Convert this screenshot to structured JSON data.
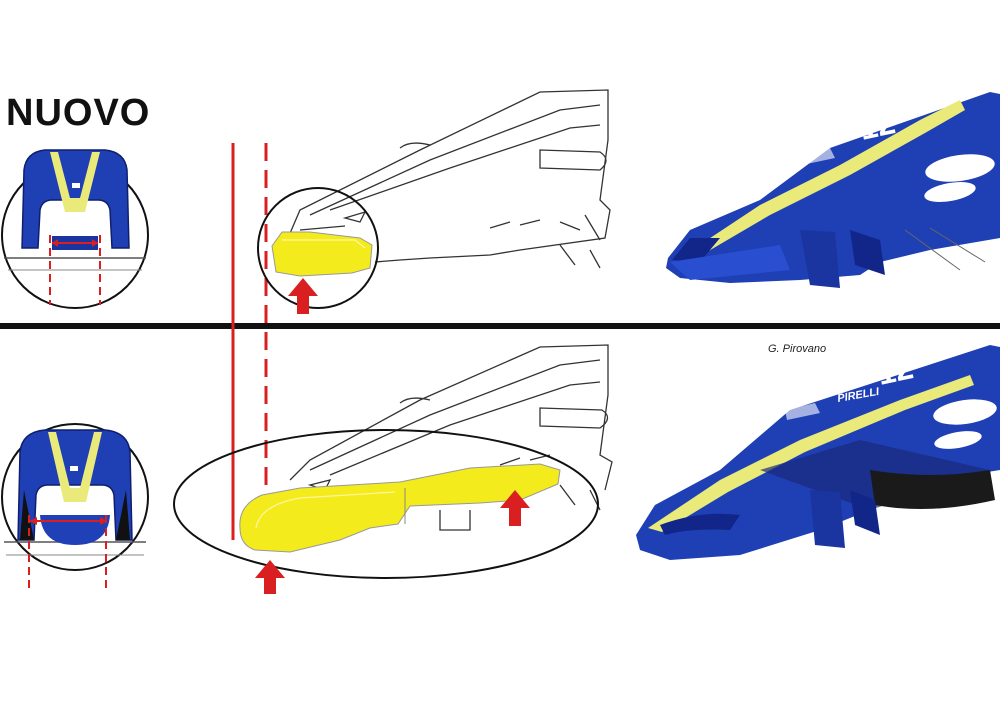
{
  "labels": {
    "title": "NUOVO",
    "credit": "G. Pirovano"
  },
  "car": {
    "number": "12",
    "sponsor": "PIRELLI"
  },
  "colors": {
    "car_blue": "#1f3fb4",
    "car_blue_dark": "#12268a",
    "stripe_yellow": "#e9ea7a",
    "highlight_yellow": "#f4eb1c",
    "marker_red": "#d91f1f",
    "divider": "#111111"
  }
}
